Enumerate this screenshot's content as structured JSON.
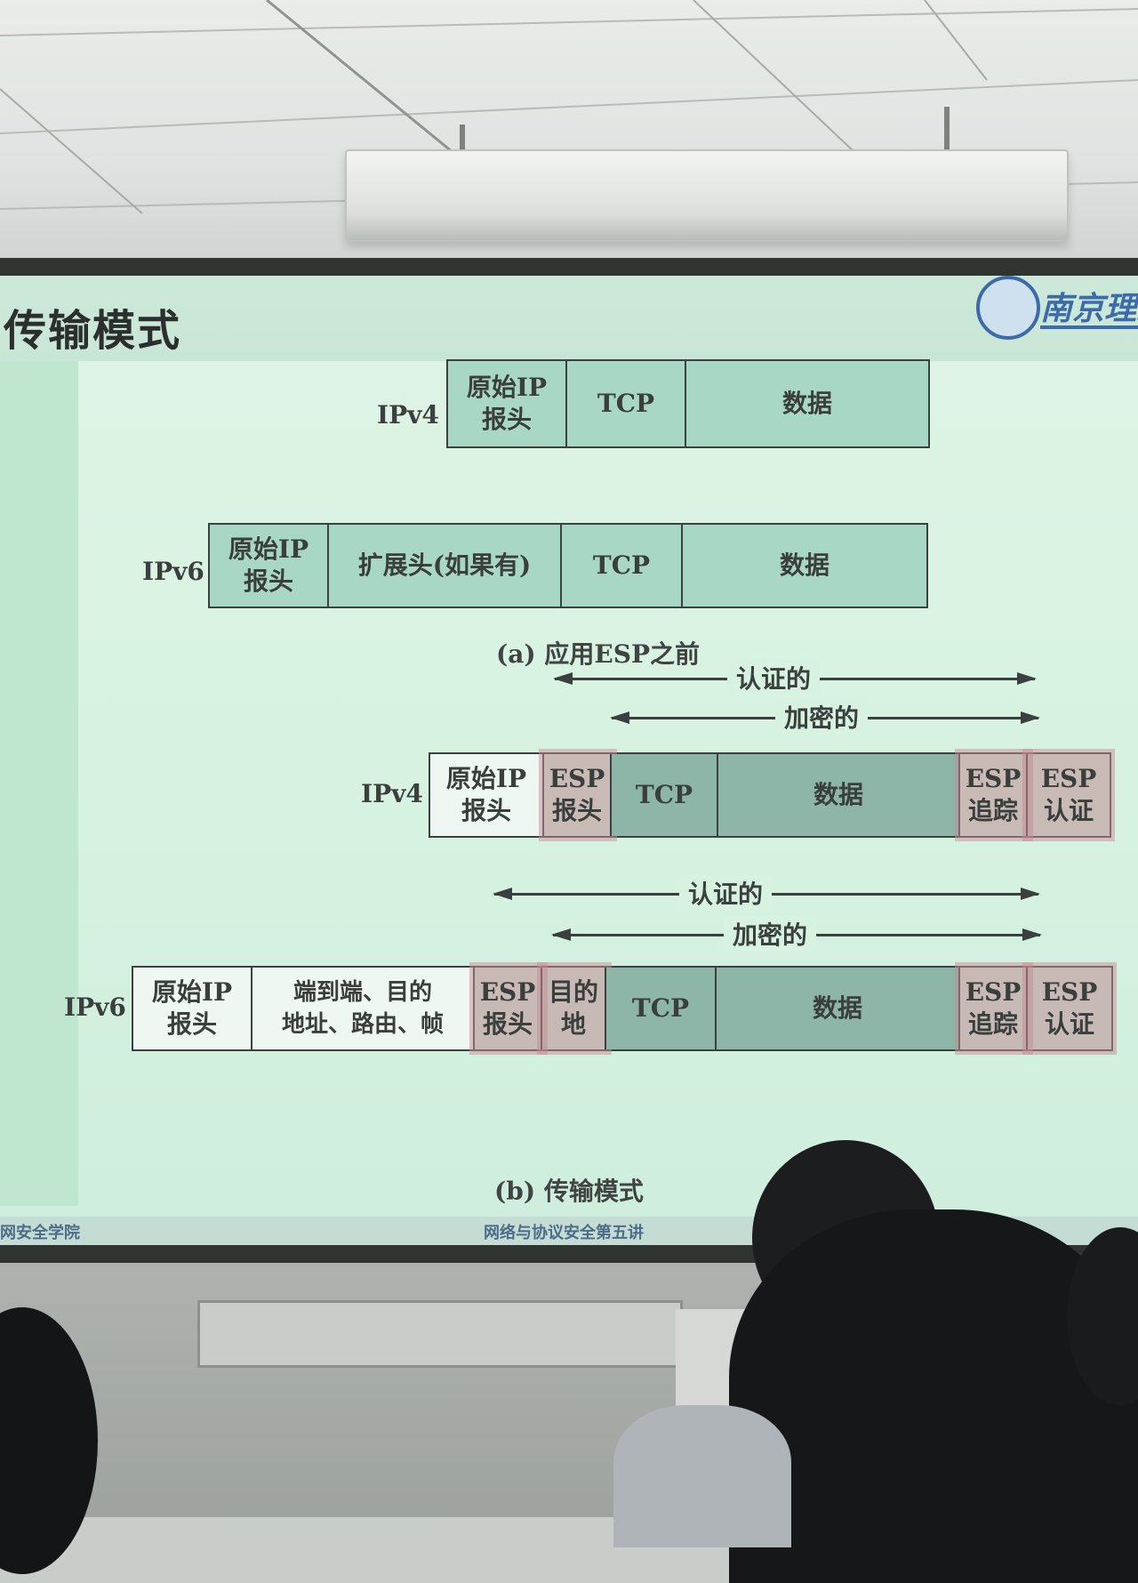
{
  "slide": {
    "title": "传输模式",
    "logo_text": "南京理工"
  },
  "diagram_a": {
    "ipv4_label": "IPv4",
    "ipv4_cells": [
      "原始IP\n报头",
      "TCP",
      "数据"
    ],
    "ipv6_label": "IPv6",
    "ipv6_cells": [
      "原始IP\n报头",
      "扩展头(如果有)",
      "TCP",
      "数据"
    ],
    "caption": "(a) 应用ESP之前"
  },
  "diagram_b": {
    "arrow1": "认证的",
    "arrow2": "加密的",
    "ipv4_label": "IPv4",
    "ipv4_cells": [
      "原始IP\n报头",
      "ESP\n报头",
      "TCP",
      "数据",
      "ESP\n追踪",
      "ESP\n认证"
    ],
    "arrow3": "认证的",
    "arrow4": "加密的",
    "ipv6_label": "IPv6",
    "ipv6_cells": [
      "原始IP\n报头",
      "端到端、目的\n地址、路由、帧",
      "ESP\n报头",
      "目的\n地",
      "TCP",
      "数据",
      "ESP\n追踪",
      "ESP\n认证"
    ],
    "caption": "(b) 传输模式"
  },
  "footer": {
    "left": "网安全学院",
    "center": "网络与协议安全第五讲"
  },
  "colors": {
    "cell_fill": "#a9d7c6",
    "encrypted_fill": "#8db5a8",
    "esp_highlight": "#c08c94",
    "screen_bg": "#d9f3e2"
  }
}
